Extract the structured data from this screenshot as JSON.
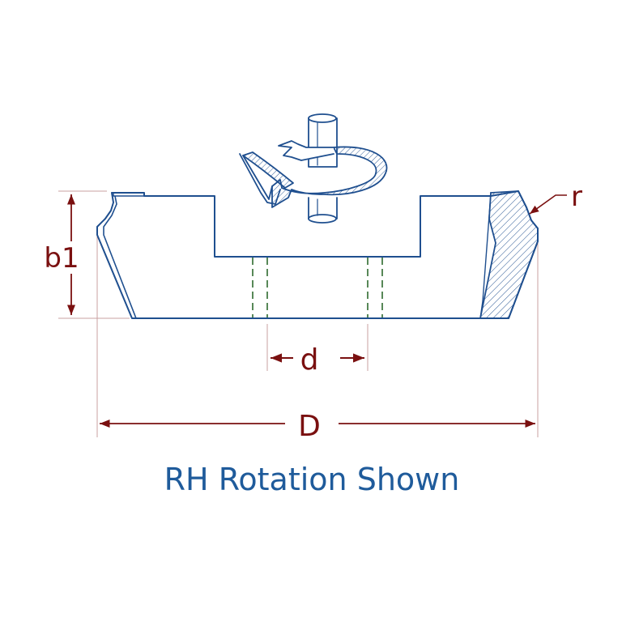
{
  "labels": {
    "height": "b1",
    "radius": "r",
    "bore": "d",
    "diameter": "D"
  },
  "caption": "RH Rotation Shown",
  "colors": {
    "outline": "#1f4f8f",
    "dimension": "#7a1010",
    "extension": "#c8a0a0",
    "hole": "#2e6a2e",
    "caption": "#1f5b9b"
  }
}
